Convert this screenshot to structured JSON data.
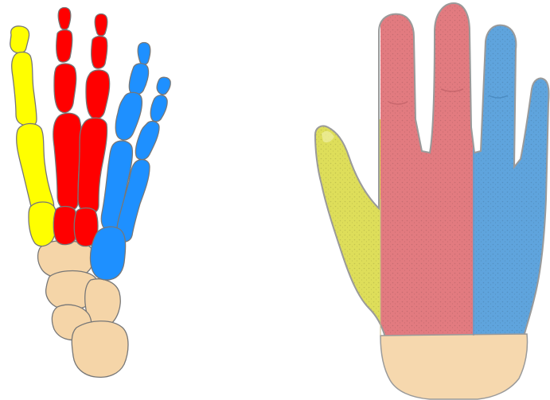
{
  "diagram": {
    "type": "hand-zone-illustration",
    "panels": [
      {
        "id": "skeleton",
        "zones": [
          {
            "name": "thumb-zone",
            "color": "#ffff00"
          },
          {
            "name": "index-middle-zone",
            "color": "#ff0000"
          },
          {
            "name": "ring-little-zone",
            "color": "#1e90ff"
          },
          {
            "name": "wrist-carpal-zone",
            "color": "#f5d5a8"
          }
        ]
      },
      {
        "id": "hand",
        "zones": [
          {
            "name": "thumb-zone",
            "color": "#dede5a"
          },
          {
            "name": "index-middle-zone",
            "color": "#e27b80"
          },
          {
            "name": "ring-little-zone",
            "color": "#5fa4dd"
          },
          {
            "name": "wrist-zone",
            "color": "#f6d8ae"
          }
        ]
      }
    ]
  }
}
